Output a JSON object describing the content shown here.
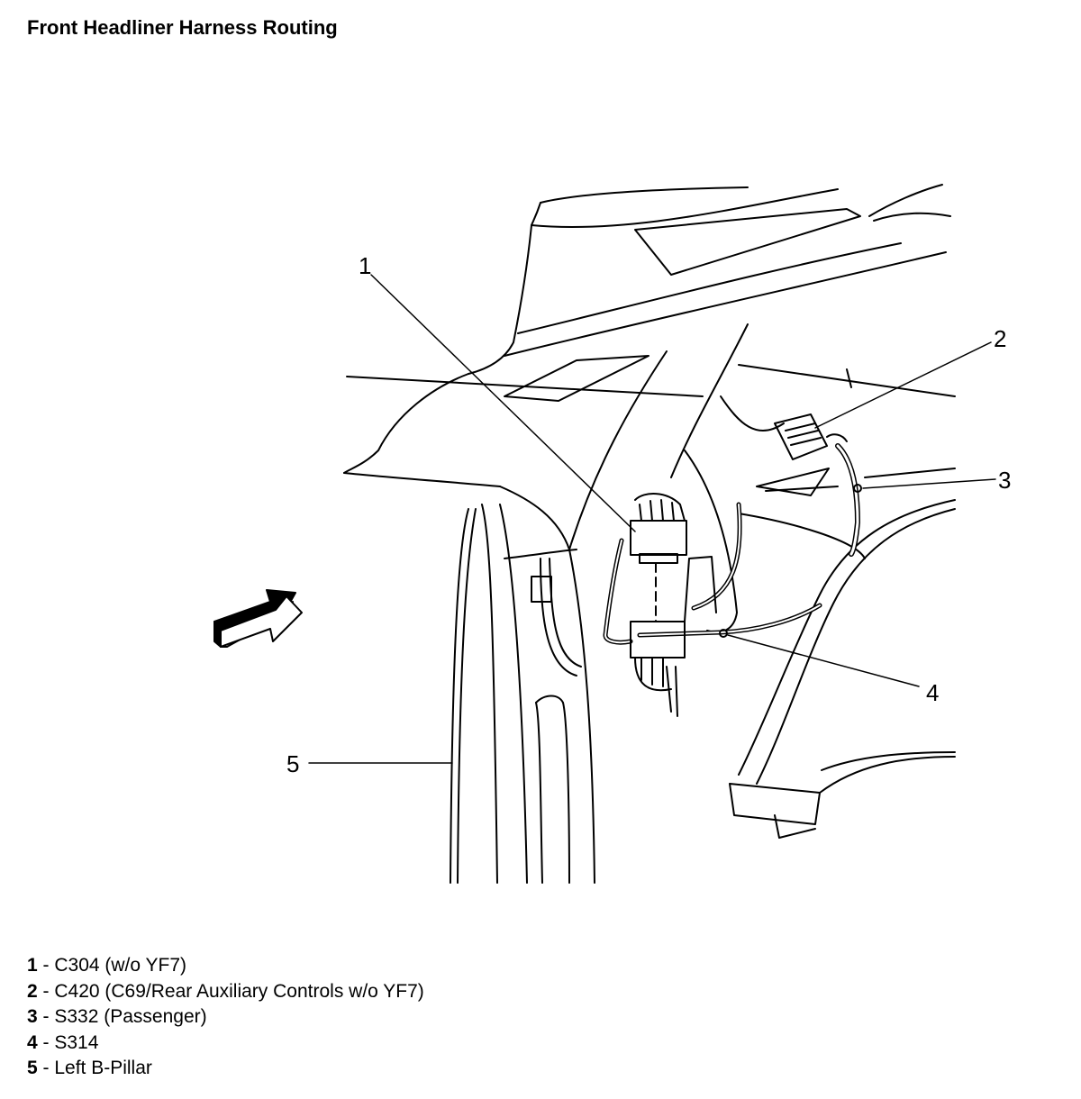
{
  "title": "Front Headliner Harness Routing",
  "callouts": [
    {
      "id": "1",
      "label": "1"
    },
    {
      "id": "2",
      "label": "2"
    },
    {
      "id": "3",
      "label": "3"
    },
    {
      "id": "4",
      "label": "4"
    },
    {
      "id": "5",
      "label": "5"
    }
  ],
  "legend": [
    {
      "num": "1",
      "sep": " - ",
      "text": "C304 (w/o YF7)"
    },
    {
      "num": "2",
      "sep": " - ",
      "text": "C420 (C69/Rear Auxiliary Controls w/o YF7)"
    },
    {
      "num": "3",
      "sep": " - ",
      "text": "S332 (Passenger)"
    },
    {
      "num": "4",
      "sep": " - ",
      "text": "S314"
    },
    {
      "num": "5",
      "sep": " - ",
      "text": "Left B-Pillar"
    }
  ],
  "colors": {
    "line": "#000000",
    "background": "#ffffff"
  }
}
